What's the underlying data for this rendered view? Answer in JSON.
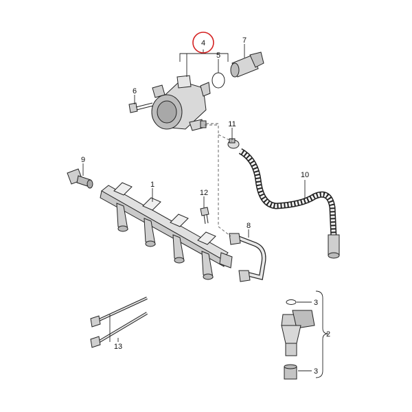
{
  "diagram": {
    "highlight_color": "#d42020",
    "callouts": [
      {
        "id": "part-1",
        "label": "1"
      },
      {
        "id": "part-2",
        "label": "2"
      },
      {
        "id": "part-3-top",
        "label": "3"
      },
      {
        "id": "part-3-bottom",
        "label": "3"
      },
      {
        "id": "part-4",
        "label": "4",
        "highlighted": true
      },
      {
        "id": "part-5",
        "label": "5"
      },
      {
        "id": "part-6",
        "label": "6"
      },
      {
        "id": "part-7",
        "label": "7"
      },
      {
        "id": "part-8",
        "label": "8"
      },
      {
        "id": "part-9",
        "label": "9"
      },
      {
        "id": "part-10",
        "label": "10"
      },
      {
        "id": "part-11",
        "label": "11"
      },
      {
        "id": "part-12",
        "label": "12"
      },
      {
        "id": "part-13",
        "label": "13"
      }
    ]
  }
}
